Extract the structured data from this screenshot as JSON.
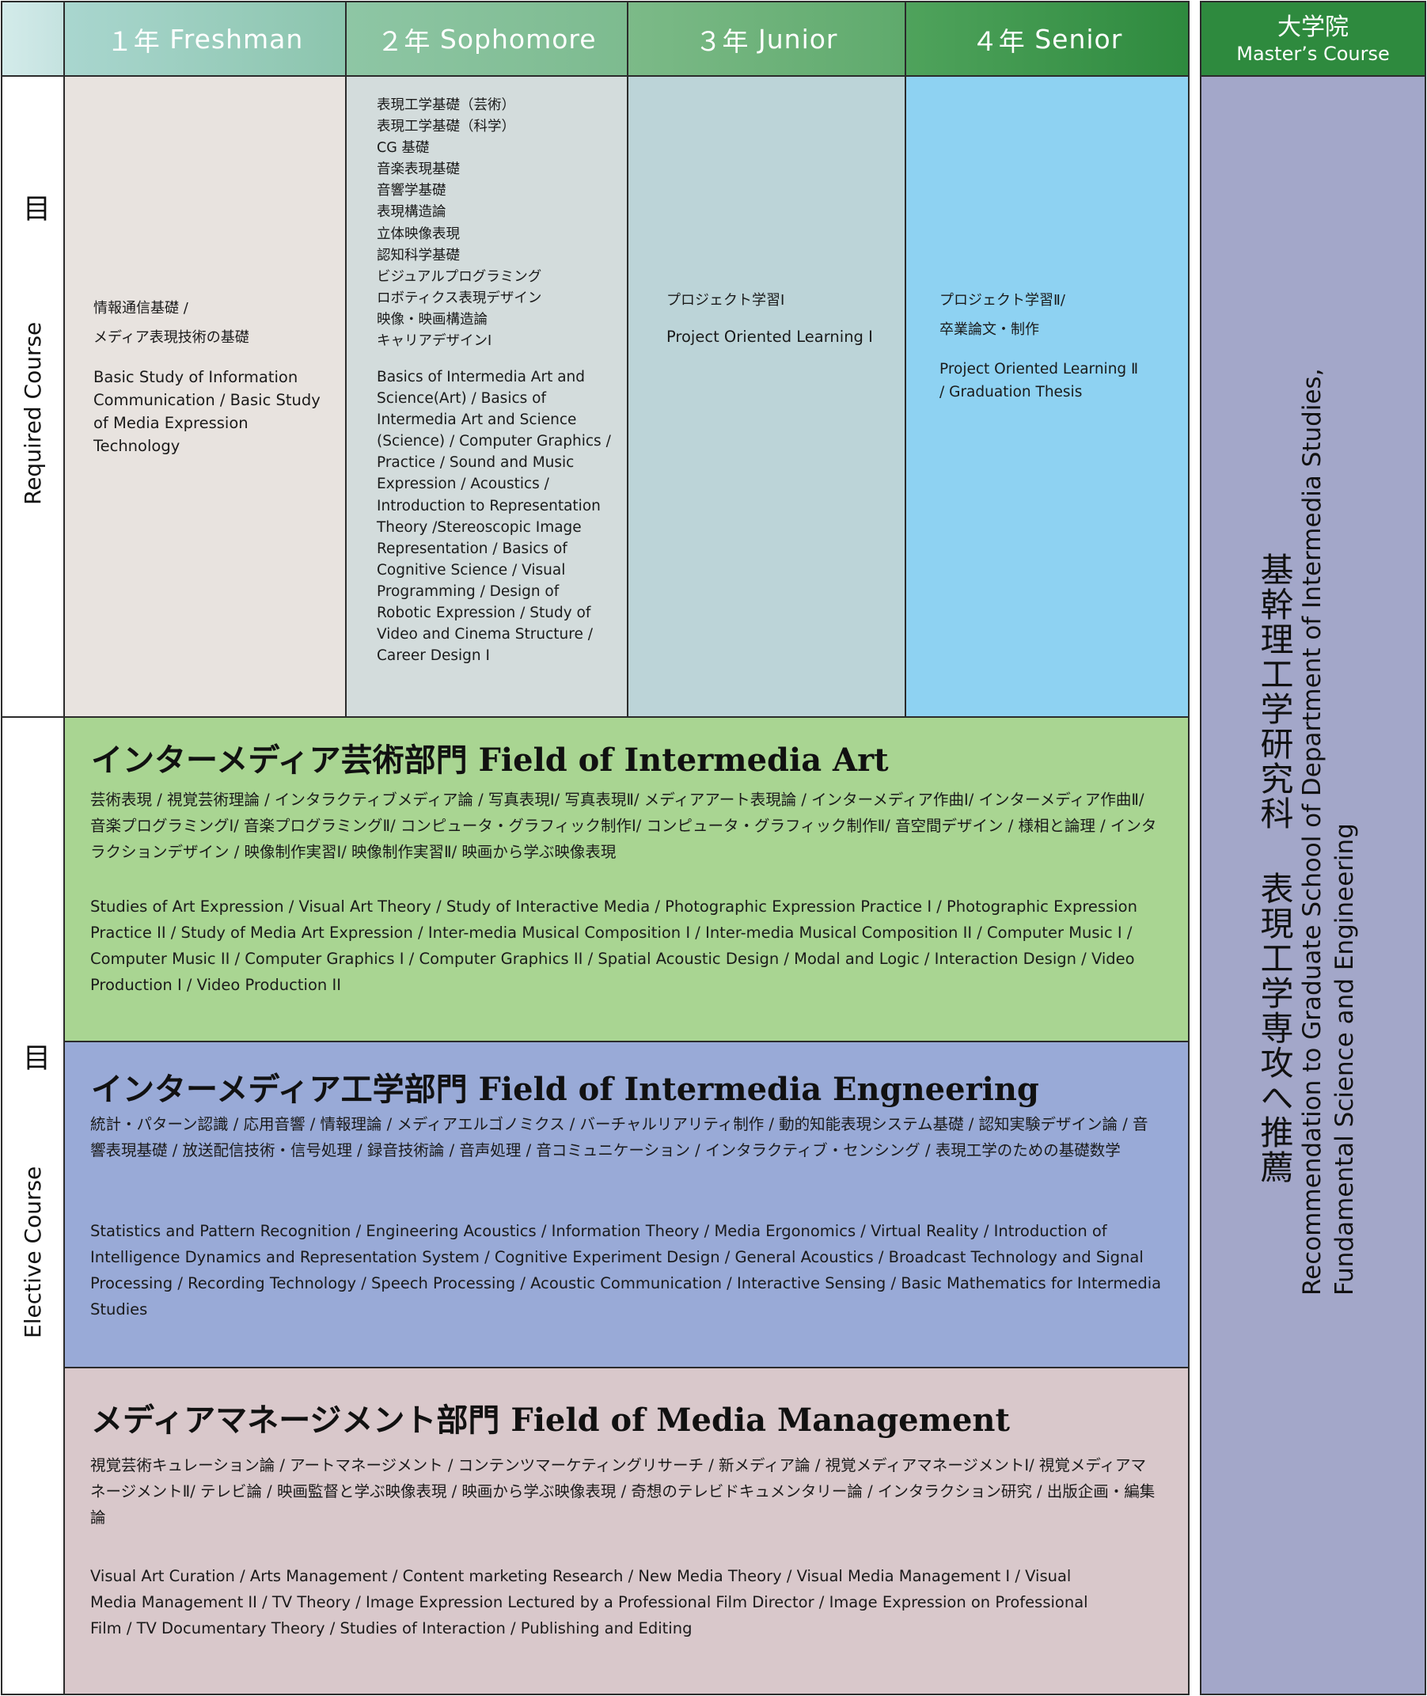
{
  "header": {
    "years": [
      {
        "jp": "１年",
        "en": "Freshman"
      },
      {
        "jp": "２年",
        "en": "Sophomore"
      },
      {
        "jp": "３年",
        "en": "Junior"
      },
      {
        "jp": "４年",
        "en": "Senior"
      }
    ],
    "master": {
      "jp": "大学院",
      "en": "Master’s Course"
    }
  },
  "required": {
    "label_jp": "必修科目",
    "label_en": "Required Course",
    "y1": {
      "jp": [
        "情報通信基礎 /",
        "メディア表現技術の基礎"
      ],
      "en": "Basic Study of Information Communication / Basic Study of Media Expression Technology"
    },
    "y2": {
      "jp": [
        "表現工学基礎（芸術）",
        "表現工学基礎（科学）",
        "CG 基礎",
        "音楽表現基礎",
        "音響学基礎",
        "表現構造論",
        "立体映像表現",
        "認知科学基礎",
        "ビジュアルプログラミング",
        "ロボティクス表現デザイン",
        "映像・映画構造論",
        "キャリアデザインⅠ"
      ],
      "en": "Basics of Intermedia Art and Science(Art) / Basics of Intermedia Art and Science (Science) / Computer Graphics / Practice / Sound and Music Expression / Acoustics / Introduction to Representation Theory /Stereoscopic Image Representation / Basics of Cognitive Science / Visual Programming / Design of Robotic Expression / Study of Video and Cinema Structure / Career Design I"
    },
    "y3": {
      "jp": [
        "プロジェクト学習Ⅰ"
      ],
      "en": "Project Oriented Learning I"
    },
    "y4": {
      "jp": [
        "プロジェクト学習Ⅱ/",
        "卒業論文・制作"
      ],
      "en": "Project Oriented Learning Ⅱ / Graduation Thesis"
    }
  },
  "elective": {
    "label_jp": "選択科目",
    "label_en": "Elective Course",
    "fields": [
      {
        "title": "インターメディア芸術部門 Field of Intermedia Art",
        "jp": "芸術表現 / 視覚芸術理論 / インタラクティブメディア論 / 写真表現Ⅰ/ 写真表現Ⅱ/ メディアアート表現論 / インターメディア作曲Ⅰ/ インターメディア作曲Ⅱ/ 音楽プログラミングⅠ/ 音楽プログラミングⅡ/ コンピュータ・グラフィック制作Ⅰ/ コンピュータ・グラフィック制作Ⅱ/ 音空間デザイン / 様相と論理 / インタラクションデザイン / 映像制作実習Ⅰ/ 映像制作実習Ⅱ/ 映画から学ぶ映像表現",
        "en": "Studies of Art Expression / Visual Art Theory / Study of Interactive Media / Photographic Expression Practice I / Photographic Expression Practice II / Study of Media Art Expression / Inter-media Musical Composition I / Inter-media Musical Composition II / Computer Music I / Computer Music II / Computer Graphics I / Computer Graphics II / Spatial Acoustic Design / Modal and Logic / Interaction Design / Video Production I / Video Production II"
      },
      {
        "title": "インターメディア工学部門 Field of Intermedia Engneering",
        "jp": "統計・パターン認識 /  応用音響 / 情報理論 / メディアエルゴノミクス / バーチャルリアリティ制作 / 動的知能表現システム基礎 / 認知実験デザイン論 / 音響表現基礎 / 放送配信技術・信号処理 / 録音技術論 / 音声処理 / 音コミュニケーション /  インタラクティブ・センシング / 表現工学のための基礎数学",
        "en": "Statistics and Pattern Recognition / Engineering Acoustics / Information Theory / Media Ergonomics / Virtual Reality / Introduction of Intelligence Dynamics and Representation System / Cognitive Experiment Design / General Acoustics / Broadcast Technology and Signal Processing / Recording Technology / Speech Processing / Acoustic Communication / Interactive Sensing / Basic Mathematics for Intermedia Studies"
      },
      {
        "title": "メディアマネージメント部門 Field of Media Management",
        "jp": "視覚芸術キュレーション論  / アートマネージメント / コンテンツマーケティングリサーチ / 新メディア論 / 視覚メディアマネージメントⅠ/ 視覚メディアマネージメントⅡ/ テレビ論 / 映画監督と学ぶ映像表現 / 映画から学ぶ映像表現 / 奇想のテレビドキュメンタリー論 / インタラクション研究 / 出版企画・編集論",
        "en": "Visual Art Curation / Arts Management / Content marketing Research / New Media Theory / Visual Media Management I / Visual Media Management II / TV Theory / Image Expression Lectured by a Professional Film Director / Image Expression on Professional Film / TV Documentary Theory / Studies of Interaction / Publishing and Editing"
      }
    ]
  },
  "graduate": {
    "jp": "基幹理工学研究科 表現工学専攻へ推薦",
    "en_line1": "Recommendation to Graduate School of Department of Intermedia Studies,",
    "en_line2": "Fundamental Science and Engineering"
  }
}
